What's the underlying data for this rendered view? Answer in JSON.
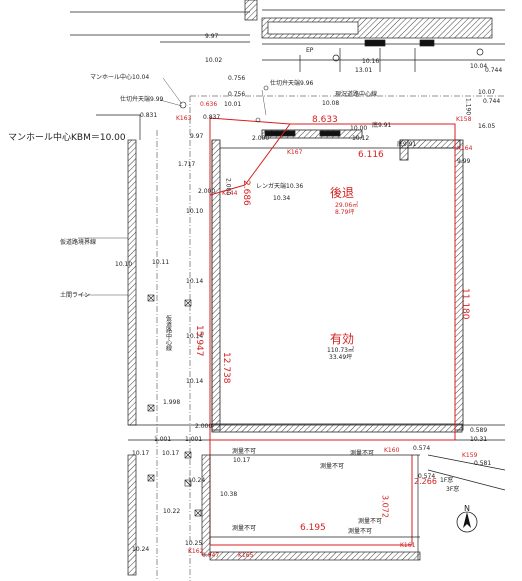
{
  "colors": {
    "line": "#222222",
    "red": "#d42020",
    "hatch": "#444444"
  },
  "dims": {
    "top_997": "9.97",
    "d_1002": "10.02",
    "d_0756a": "0.756",
    "d_0756b": "0.756",
    "d_1004": "10.04",
    "d_0744a": "0.744",
    "d_1007": "10.07",
    "d_0744b": "0.744",
    "d_1001": "10.01",
    "d_1008": "10.08",
    "d_1301": "13.01",
    "d_1190": "1.190",
    "d_0636": "0.636",
    "d_0831": "0.831",
    "d_0837": "0.837",
    "d_997b": "9.97",
    "d_8633": "8.633",
    "d_1605": "16.05",
    "d_1016": "10.16",
    "d_2000a": "2.000",
    "d_1717": "1.717",
    "d_2000b": "2.000",
    "d_2000c": "2.000",
    "d_1034": "10.34",
    "d_1000": "10.00",
    "d_1012": "10.12",
    "d_6116": "6.116",
    "d_999": "9.99",
    "d_1010": "10.10",
    "d_1010b": "10.10",
    "d_1011": "10.11",
    "d_1014a": "10.14",
    "d_1014b": "10.14",
    "d_1014c": "10.14",
    "d_11180": "11.180",
    "d_15947": "15.947",
    "d_12738": "12.738",
    "d_2686": "2.686",
    "d_1998": "1.998",
    "d_2000d": "2.000",
    "d_1001a": "1.001",
    "d_1001b": "1.001",
    "d_0589": "0.589",
    "d_1031": "10.31",
    "d_0574a": "0.574",
    "d_0574b": "0.574",
    "d_0581": "0.581",
    "d_1017a": "10.17",
    "d_1017b": "10.17",
    "d_1017c": "10.17",
    "d_1024": "10.24",
    "d_1038": "10.38",
    "d_2266": "2.266",
    "d_3072": "3.072",
    "d_6195": "6.195",
    "d_1022": "10.22",
    "d_1024b": "10.24",
    "d_1025": "10.25",
    "d_0947": "0.947"
  },
  "points": {
    "K163": "K163",
    "K158": "K158",
    "K164": "K164",
    "K167": "K167",
    "K144": "K144",
    "K160": "K160",
    "K159": "K159",
    "K162": "K162",
    "K165": "K165",
    "K161": "K161"
  },
  "labels": {
    "manhole1": "マンホール中心10.04",
    "valve1": "仕切弁天端9.99",
    "manhole_bm": "マンホール中心KBM＝10.00",
    "valve2": "仕切弁天端9.96",
    "road_center": "現況道路中心線",
    "ep": "EP",
    "toe1": "底9.91",
    "toe2": "底9.91",
    "brick": "レンガ天端10.36",
    "setback": "後退",
    "setback_area1": "29.06㎡",
    "setback_area2": "8.79坪",
    "effective": "有効",
    "eff_area1": "110.73㎡",
    "eff_area2": "33.49坪",
    "temp_boundary": "仮道路境界線",
    "temp_center": "仮道路中心線",
    "doma": "土間ライン",
    "unmeasurable1": "測量不可",
    "unmeasurable2": "測量不可",
    "unmeasurable3": "測量不可",
    "unmeasurable4": "測量不可",
    "unmeasurable5": "測量不可",
    "unmeasurable6": "測量不可",
    "flag1": "1F窓",
    "flag2": "3F窓",
    "north": "N"
  }
}
